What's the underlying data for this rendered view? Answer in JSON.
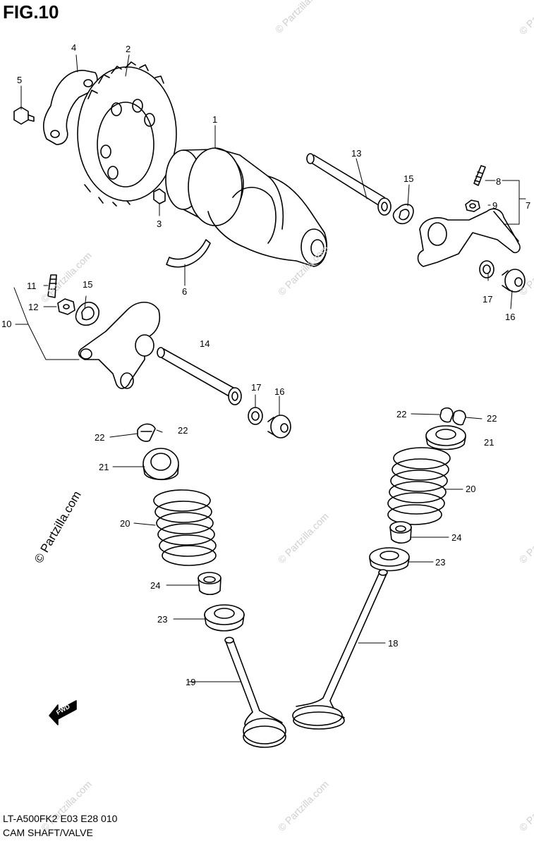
{
  "figure": {
    "title": "FIG.10",
    "model": "LT-A500FK2 E03 E28  010",
    "caption": "CAM SHAFT/VALVE"
  },
  "watermarks": {
    "text": "© Partzilla.com",
    "side_text": "© Partzilla.com",
    "fwd_label": "FWD"
  },
  "callouts": [
    {
      "id": "c1",
      "label": "1"
    },
    {
      "id": "c2",
      "label": "2"
    },
    {
      "id": "c3",
      "label": "3"
    },
    {
      "id": "c4",
      "label": "4"
    },
    {
      "id": "c5",
      "label": "5"
    },
    {
      "id": "c6",
      "label": "6"
    },
    {
      "id": "c7",
      "label": "7"
    },
    {
      "id": "c8",
      "label": "8"
    },
    {
      "id": "c9",
      "label": "9"
    },
    {
      "id": "c10",
      "label": "10"
    },
    {
      "id": "c11",
      "label": "11"
    },
    {
      "id": "c12",
      "label": "12"
    },
    {
      "id": "c13",
      "label": "13"
    },
    {
      "id": "c14",
      "label": "14"
    },
    {
      "id": "c15a",
      "label": "15"
    },
    {
      "id": "c15b",
      "label": "15"
    },
    {
      "id": "c16a",
      "label": "16"
    },
    {
      "id": "c16b",
      "label": "16"
    },
    {
      "id": "c17a",
      "label": "17"
    },
    {
      "id": "c17b",
      "label": "17"
    },
    {
      "id": "c18",
      "label": "18"
    },
    {
      "id": "c19",
      "label": "19"
    },
    {
      "id": "c20a",
      "label": "20"
    },
    {
      "id": "c20b",
      "label": "20"
    },
    {
      "id": "c21a",
      "label": "21"
    },
    {
      "id": "c21b",
      "label": "21"
    },
    {
      "id": "c22a",
      "label": "22"
    },
    {
      "id": "c22b",
      "label": "22"
    },
    {
      "id": "c22c",
      "label": "22"
    },
    {
      "id": "c22d",
      "label": "22"
    },
    {
      "id": "c23a",
      "label": "23"
    },
    {
      "id": "c23b",
      "label": "23"
    },
    {
      "id": "c24a",
      "label": "24"
    },
    {
      "id": "c24b",
      "label": "24"
    }
  ]
}
